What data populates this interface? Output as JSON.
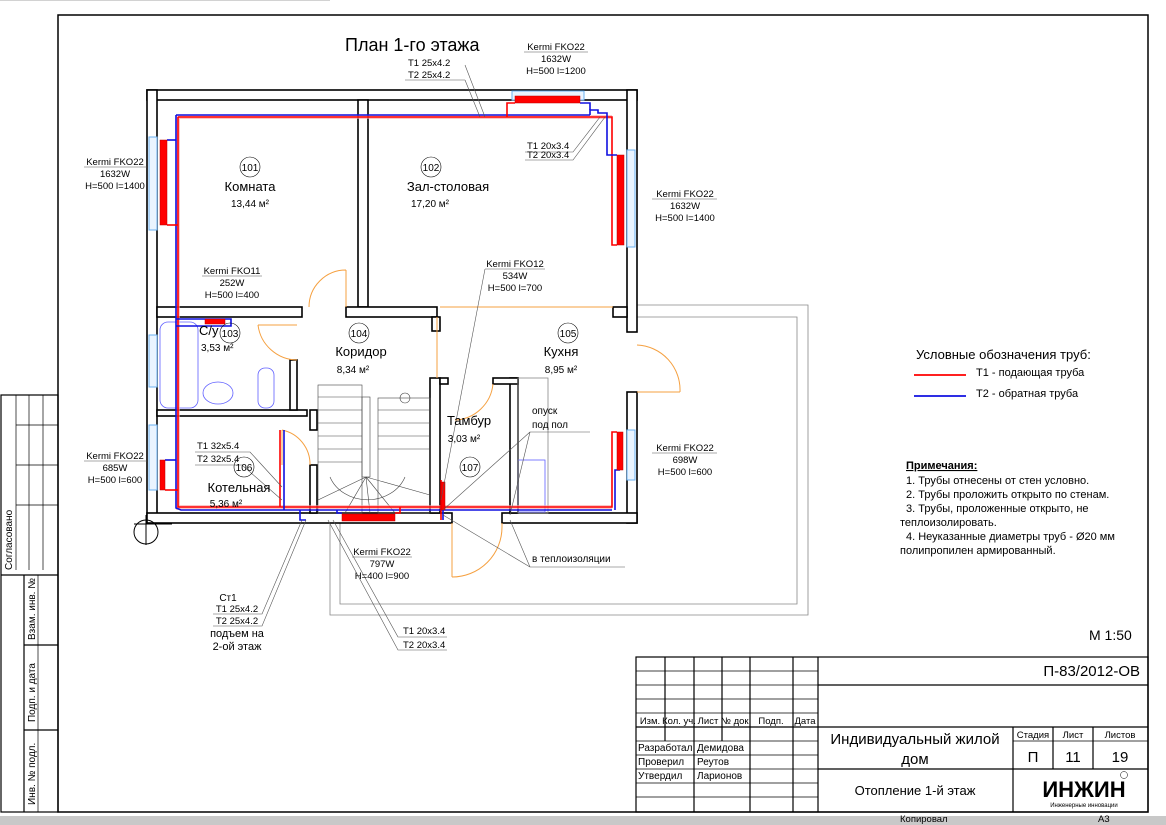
{
  "plan": {
    "title": "План 1-го этажа",
    "scale": "М 1:50",
    "rooms": [
      {
        "num": "101",
        "name": "Комната",
        "area": "13,44 м²"
      },
      {
        "num": "102",
        "name": "Зал-столовая",
        "area": "17,20 м²"
      },
      {
        "num": "103",
        "name": "С/у",
        "area": "3,53 м²"
      },
      {
        "num": "104",
        "name": "Коридор",
        "area": "8,34 м²"
      },
      {
        "num": "105",
        "name": "Кухня",
        "area": "8,95 м²"
      },
      {
        "num": "106",
        "name": "Котельная",
        "area": "5,36 м²"
      },
      {
        "num": "107",
        "name": "Тамбур",
        "area": "3,03 м²"
      }
    ],
    "radiators": [
      {
        "model": "Kermi FKO22",
        "power": "1632W",
        "size": "H=500 l=1200"
      },
      {
        "model": "Kermi FKO22",
        "power": "1632W",
        "size": "H=500 l=1400"
      },
      {
        "model": "Kermi FKO22",
        "power": "1632W",
        "size": "H=500 l=1400"
      },
      {
        "model": "Kermi FKO11",
        "power": "252W",
        "size": "H=500 l=400"
      },
      {
        "model": "Kermi FKO12",
        "power": "534W",
        "size": "H=500 l=700"
      },
      {
        "model": "Kermi FKO22",
        "power": "685W",
        "size": "H=500 l=600"
      },
      {
        "model": "Kermi FKO22",
        "power": "698W",
        "size": "H=500 l=600"
      },
      {
        "model": "Kermi FKO22",
        "power": "797W",
        "size": "H=400 l=900"
      }
    ],
    "pipes": {
      "top_t1": "T1 25x4.2",
      "top_t2": "T2 25x4.2",
      "right_t1": "T1 20x3.4",
      "right_t2": "T2 20x3.4",
      "boiler_t1": "T1 32x5.4",
      "boiler_t2": "T2 32x5.4",
      "bottom_t1": "T1 20x3.4",
      "bottom_t2": "T2 20x3.4"
    },
    "riser": {
      "name": "Ст1",
      "t1": "T1 25x4.2",
      "t2": "T2 25x4.2",
      "note1": "подъем на",
      "note2": "2-ой этаж"
    },
    "floor_note1": "опуск",
    "floor_note2": "под пол",
    "insulation_note": "в теплоизоляции"
  },
  "legend": {
    "title": "Условные обозначения  труб:",
    "t1": "Т1 - подающая труба",
    "t2": "Т2 - обратная труба",
    "t1_color": "#ff0000",
    "t2_color": "#1010e0"
  },
  "notes": {
    "title": "Примечания:",
    "items": [
      "1. Трубы отнесены от стен условно.",
      "2. Трубы проложить открыто по стенам.",
      "3. Трубы, проложенные открыто, не",
      "теплоизолировать.",
      "4. Неуказанные диаметры труб - Ø20 мм",
      "полипропилен армированный."
    ]
  },
  "side_strip": {
    "agreed": "Согласовано",
    "inv_replace": "Взам. инв. №",
    "sign_date": "Подп. и дата",
    "inv_orig": "Инв. № подл."
  },
  "title_block": {
    "code": "П-83/2012-ОВ",
    "headers": [
      "Изм.",
      "Кол. уч.",
      "Лист",
      "№ док.",
      "Подп.",
      "Дата"
    ],
    "roles": [
      {
        "role": "Разработал",
        "name": "Демидова"
      },
      {
        "role": "Проверил",
        "name": "Реутов"
      },
      {
        "role": "Утвердил",
        "name": "Ларионов"
      }
    ],
    "project_line1": "Индивидуальный жилой",
    "project_line2": "дом",
    "sheet_title": "Отопление 1-й этаж",
    "stage_label": "Стадия",
    "sheet_label": "Лист",
    "sheets_label": "Листов",
    "stage": "П",
    "sheet": "11",
    "sheets": "19",
    "logo_text": "ИНЖИН",
    "logo_sub": "Инженерные инновации",
    "copied": "Копировал",
    "format": "А3"
  }
}
